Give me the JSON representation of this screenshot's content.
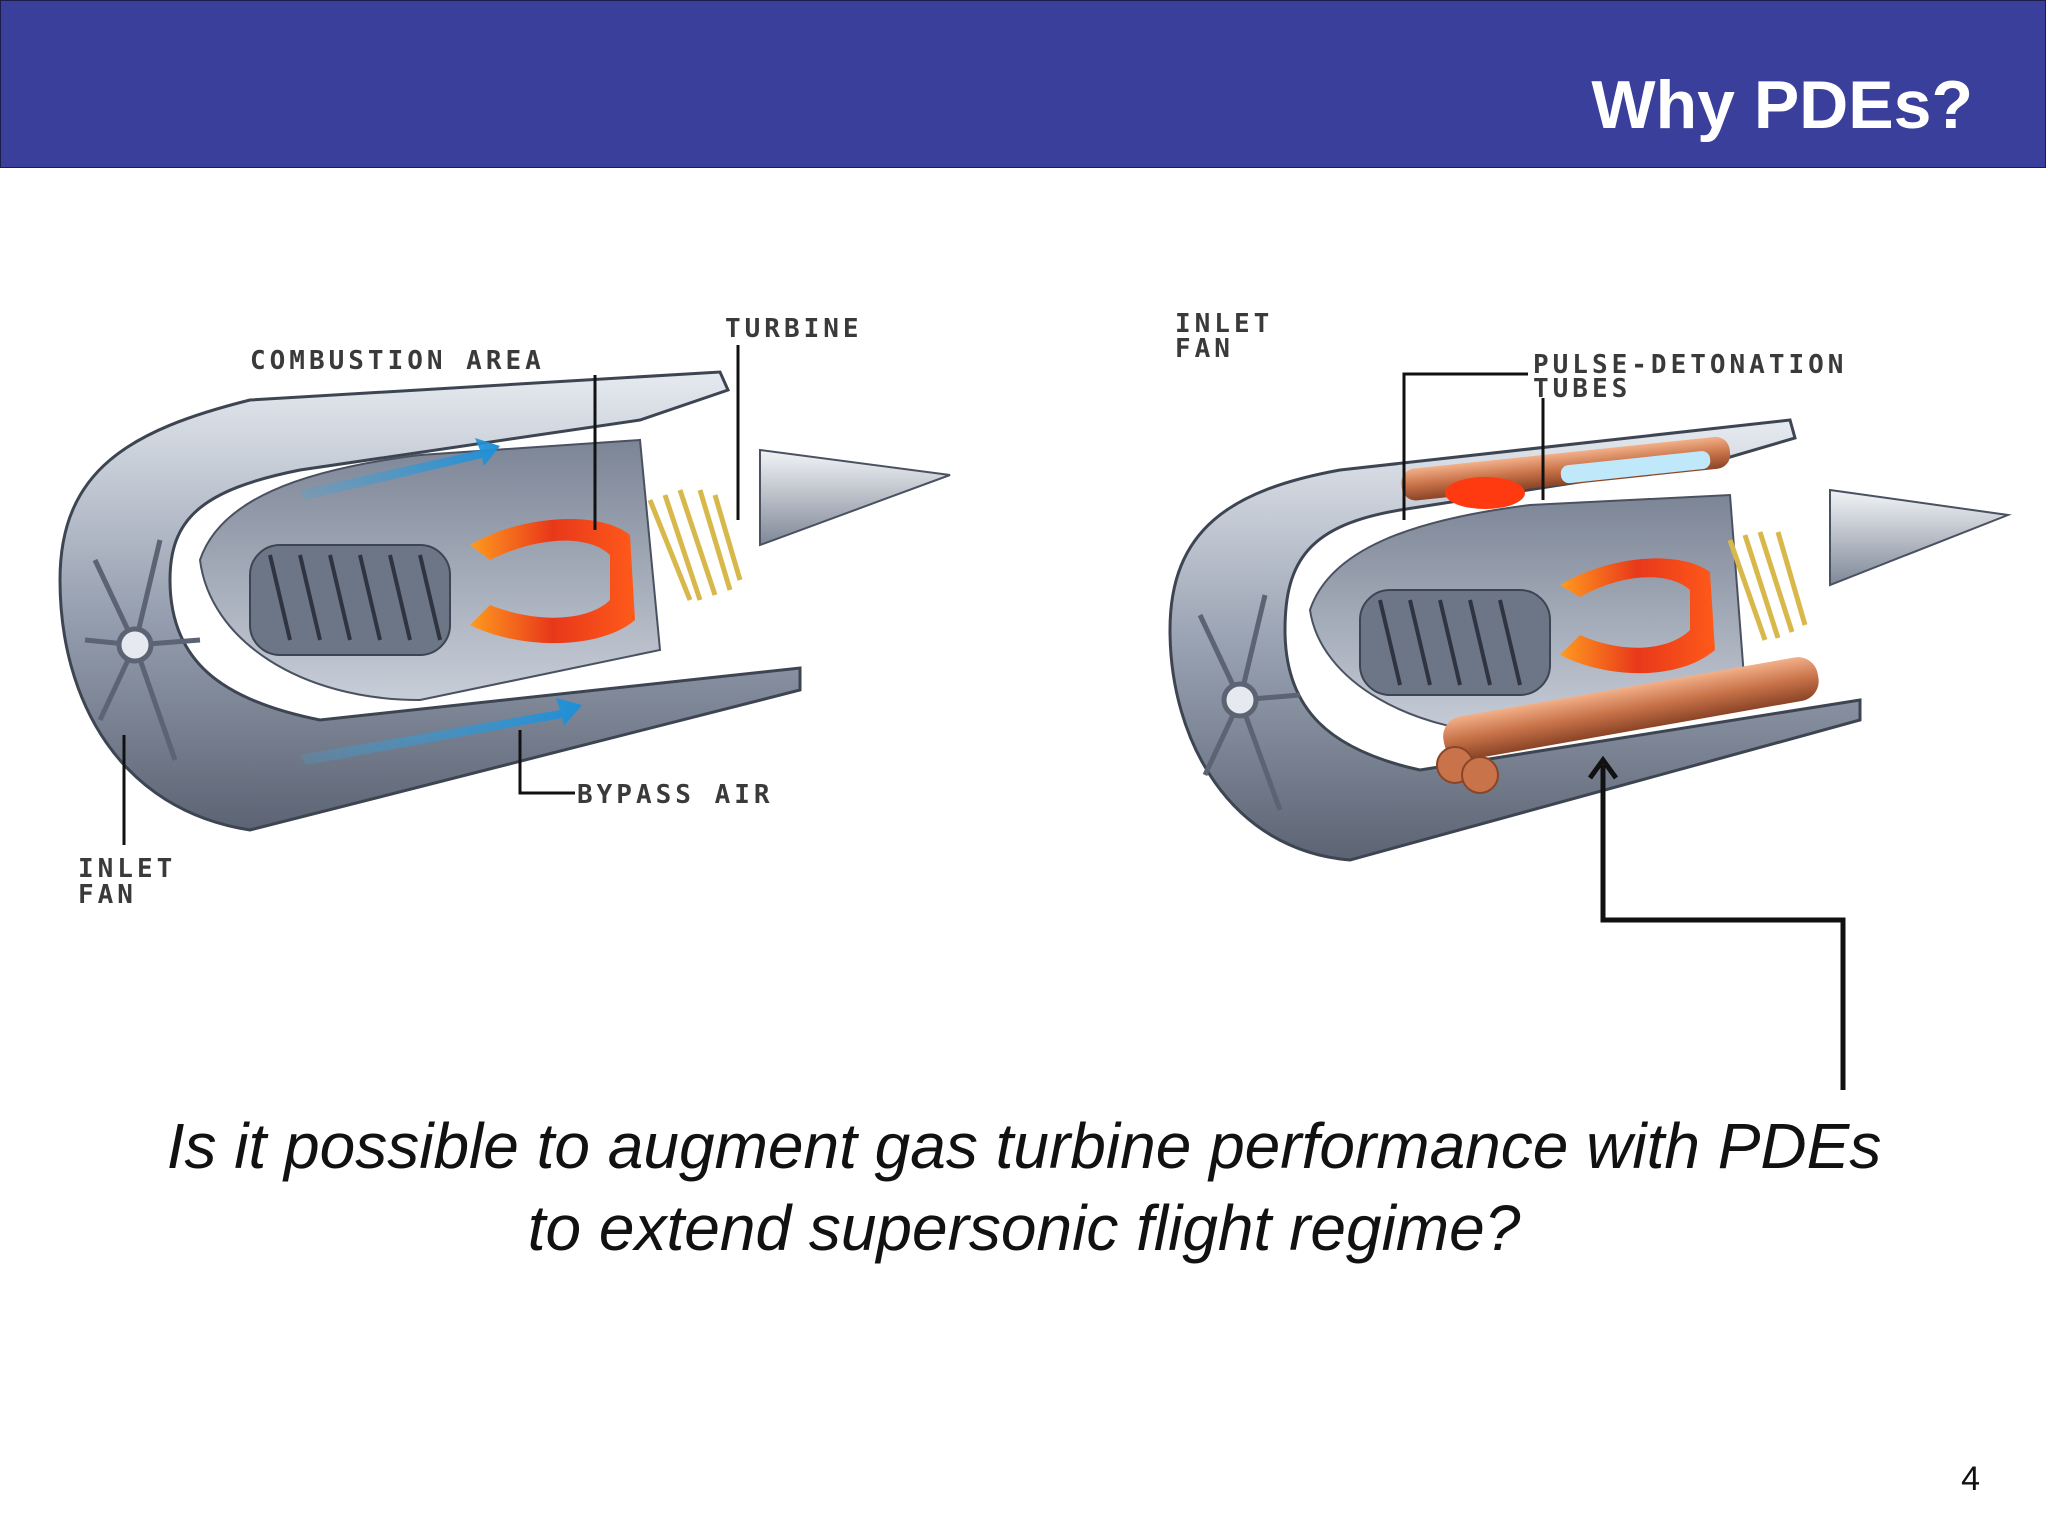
{
  "slide": {
    "title": "Why PDEs?",
    "page_number": "4"
  },
  "left_diagram": {
    "labels": {
      "combustion_area": "COMBUSTION AREA",
      "turbine": "TURBINE",
      "bypass_air": "BYPASS AIR",
      "inlet_line1": "INLET",
      "inlet_line2": "FAN"
    }
  },
  "right_diagram": {
    "labels": {
      "inlet_line1": "INLET",
      "inlet_line2": "FAN",
      "pde_line1": "PULSE-DETONATION",
      "pde_line2": "TUBES"
    }
  },
  "question": {
    "line1": "Is it possible to augment gas turbine performance with PDEs",
    "line2": "to extend supersonic flight regime?"
  },
  "colors": {
    "header": "#3a3f9b",
    "flame": "#e8381a",
    "bypass_flow": "#3aa6e0",
    "pde_tube": "#c9734a",
    "casing": "#9aa3b3"
  }
}
